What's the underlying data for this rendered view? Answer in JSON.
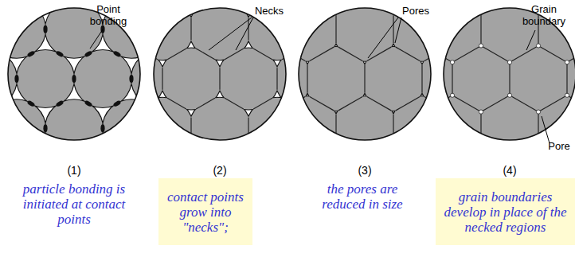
{
  "diagram": {
    "labels": [
      "Point bonding",
      "Necks",
      "Pores",
      "Grain boundary",
      "Pore",
      "(1)",
      "particle bonding is initiated at contact points",
      "(2)",
      "contact points grow into \"necks\";",
      "(3)",
      "the pores are reduced in size",
      "(4)",
      "grain boundaries develop in place of the necked regions"
    ]
  }
}
